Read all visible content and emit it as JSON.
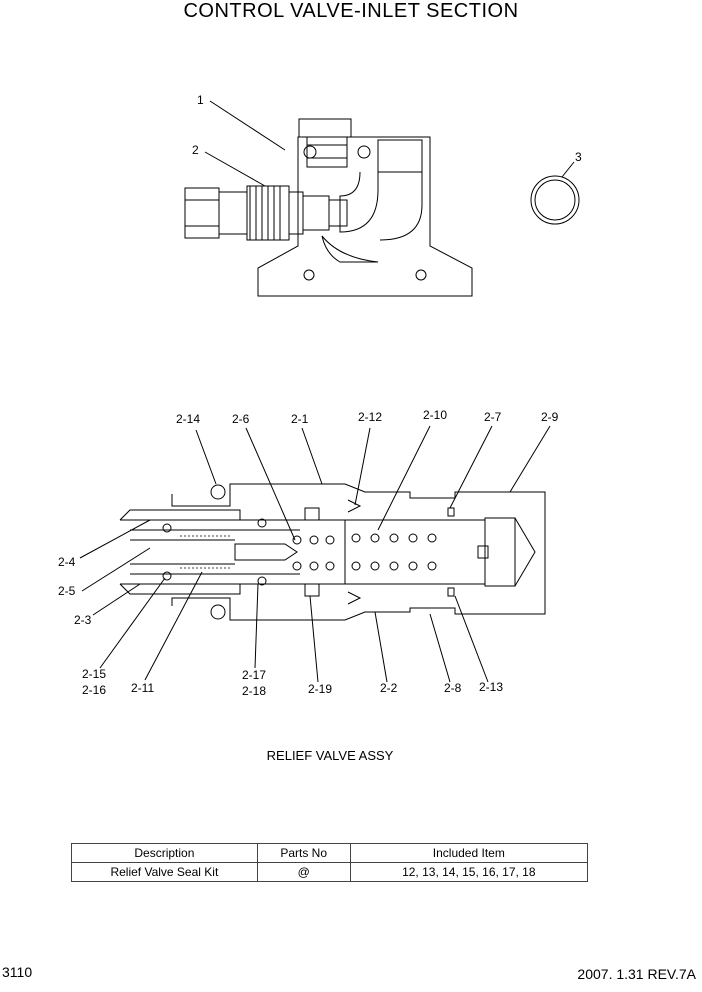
{
  "title": "CONTROL VALVE-INLET SECTION",
  "callouts_top": [
    "1",
    "2",
    "3"
  ],
  "callouts_assy": {
    "c2_14": "2-14",
    "c2_6": "2-6",
    "c2_1": "2-1",
    "c2_12": "2-12",
    "c2_10": "2-10",
    "c2_7": "2-7",
    "c2_9": "2-9",
    "c2_4": "2-4",
    "c2_5": "2-5",
    "c2_3": "2-3",
    "c2_15": "2-15",
    "c2_16": "2-16",
    "c2_11": "2-11",
    "c2_17": "2-17",
    "c2_18": "2-18",
    "c2_19": "2-19",
    "c2_2": "2-2",
    "c2_8": "2-8",
    "c2_13": "2-13"
  },
  "caption": "RELIEF VALVE ASSY",
  "parts_table": {
    "headers": [
      "Description",
      "Parts No",
      "Included Item"
    ],
    "rows": [
      [
        "Relief  Valve Seal Kit",
        "@",
        "12, 13, 14, 15, 16, 17, 18"
      ]
    ]
  },
  "footer": {
    "page": "3110",
    "revision": "2007. 1.31  REV.7A"
  }
}
